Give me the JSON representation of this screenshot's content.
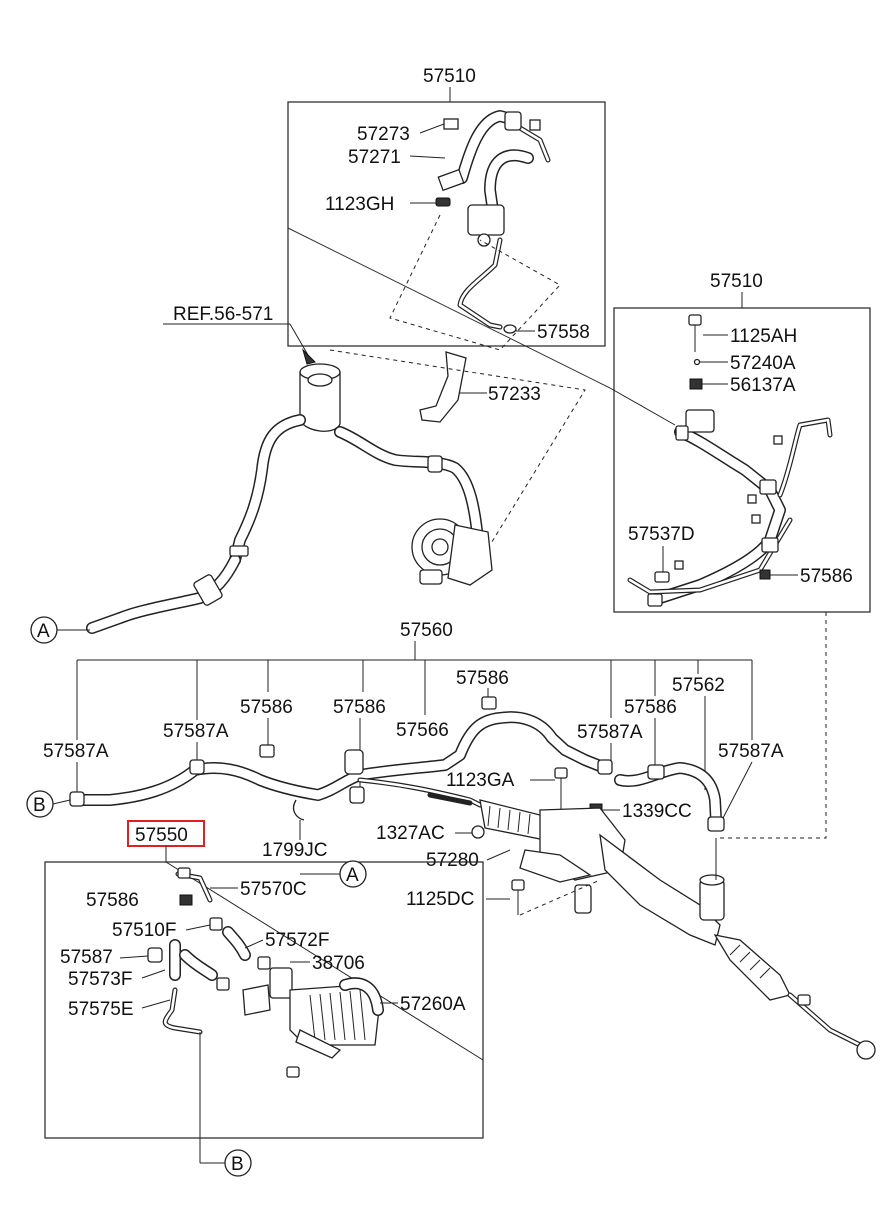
{
  "labels": {
    "top_group": "57510",
    "p57273": "57273",
    "p57271": "57271",
    "p1123GH": "1123GH",
    "p57558": "57558",
    "ref": "REF.56-571",
    "p57233": "57233",
    "right_group": "57510",
    "p1125AH": "1125AH",
    "p57240A": "57240A",
    "p56137A": "56137A",
    "p57537D": "57537D",
    "p57586_r": "57586",
    "main_group": "57560",
    "p57587A_1": "57587A",
    "p57587A_2": "57587A",
    "p57586_1": "57586",
    "p57586_2": "57586",
    "p57586_3": "57586",
    "p57566": "57566",
    "p57587A_3": "57587A",
    "p57586_4": "57586",
    "p57562": "57562",
    "p57587A_4": "57587A",
    "p1123GA": "1123GA",
    "p1339CC": "1339CC",
    "p1327AC": "1327AC",
    "p57280": "57280",
    "p1799JC": "1799JC",
    "p1125DC": "1125DC",
    "highlighted": "57550",
    "c_57586": "57586",
    "c_57570C": "57570C",
    "c_57510F": "57510F",
    "c_57572F": "57572F",
    "c_57587": "57587",
    "c_38706": "38706",
    "c_57573F": "57573F",
    "c_57575E": "57575E",
    "c_57260A": "57260A"
  },
  "connectors": {
    "A": "A",
    "B": "B"
  },
  "colors": {
    "line": "#222222",
    "highlight": "#e02020",
    "background": "#ffffff"
  }
}
